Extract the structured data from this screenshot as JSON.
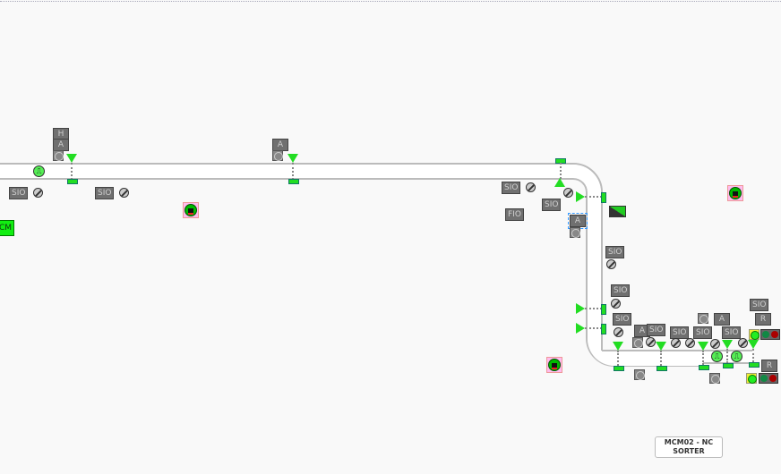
{
  "labels": {
    "h": "H",
    "a": "A",
    "sio": "SIO",
    "fio": "FIO",
    "r": "R",
    "cm": "CM"
  },
  "footer": {
    "line1": "MCM02 - NC",
    "line2": "SORTER"
  },
  "colors": {
    "conveyor_active": "#22dd22",
    "label_bg": "#707070",
    "background": "#f9f9f9"
  }
}
